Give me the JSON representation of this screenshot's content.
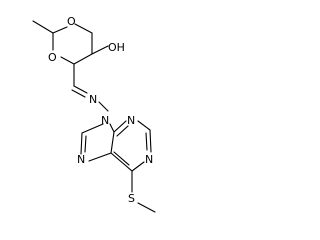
{
  "molecule": {
    "atom_labels": {
      "ring_oxygen_top": "O",
      "ring_oxygen_left": "O",
      "hydroxyl": "OH",
      "imine_nitrogen": "N",
      "purine_n9": "N",
      "purine_n3": "N",
      "purine_n1": "N",
      "purine_n7": "N",
      "sulfur": "S"
    },
    "colors": {
      "bond": "#000000",
      "label": "#000000",
      "background": "#ffffff"
    }
  }
}
